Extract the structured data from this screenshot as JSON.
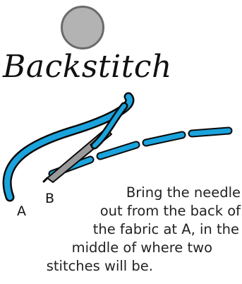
{
  "title": "Backstitch",
  "labels": {
    "a": "A",
    "b": "B"
  },
  "instruction_lines": [
    "Bring the needle",
    "out from the back of",
    "the fabric at A, in the",
    "middle of where two",
    "stitches will be."
  ],
  "colors": {
    "thread": "#1aa3dc",
    "thread_outline": "#0a0a0a",
    "needle": "#9a9a9a",
    "step_circle": "#b3b3b3"
  }
}
